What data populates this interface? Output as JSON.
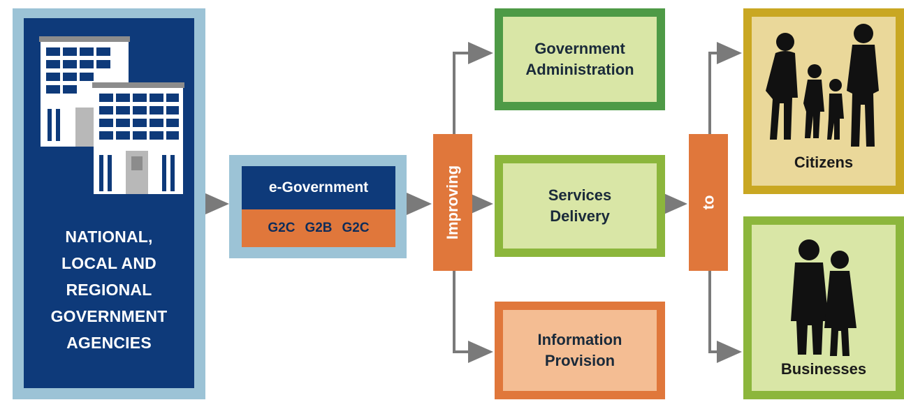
{
  "agencies": {
    "lines": [
      "NATIONAL,",
      "LOCAL AND",
      "REGIONAL",
      "GOVERNMENT",
      "AGENCIES"
    ]
  },
  "egov": {
    "title": "e-Government",
    "codes": [
      "G2C",
      "G2B",
      "G2C"
    ]
  },
  "bars": {
    "improving": "Improving",
    "to": "to"
  },
  "outcomes": {
    "gov_admin": [
      "Government",
      "Administration"
    ],
    "services": [
      "Services",
      "Delivery"
    ],
    "info": [
      "Information",
      "Provision"
    ]
  },
  "audiences": {
    "citizens": "Citizens",
    "businesses": "Businesses"
  },
  "colors": {
    "navy": "#0e3a7a",
    "light_blue": "#9cc3d6",
    "orange": "#e0773b",
    "green_dark": "#4e9a46",
    "green_light": "#8cb63c",
    "gold": "#c9a722",
    "arrow": "#7a7a7a"
  }
}
